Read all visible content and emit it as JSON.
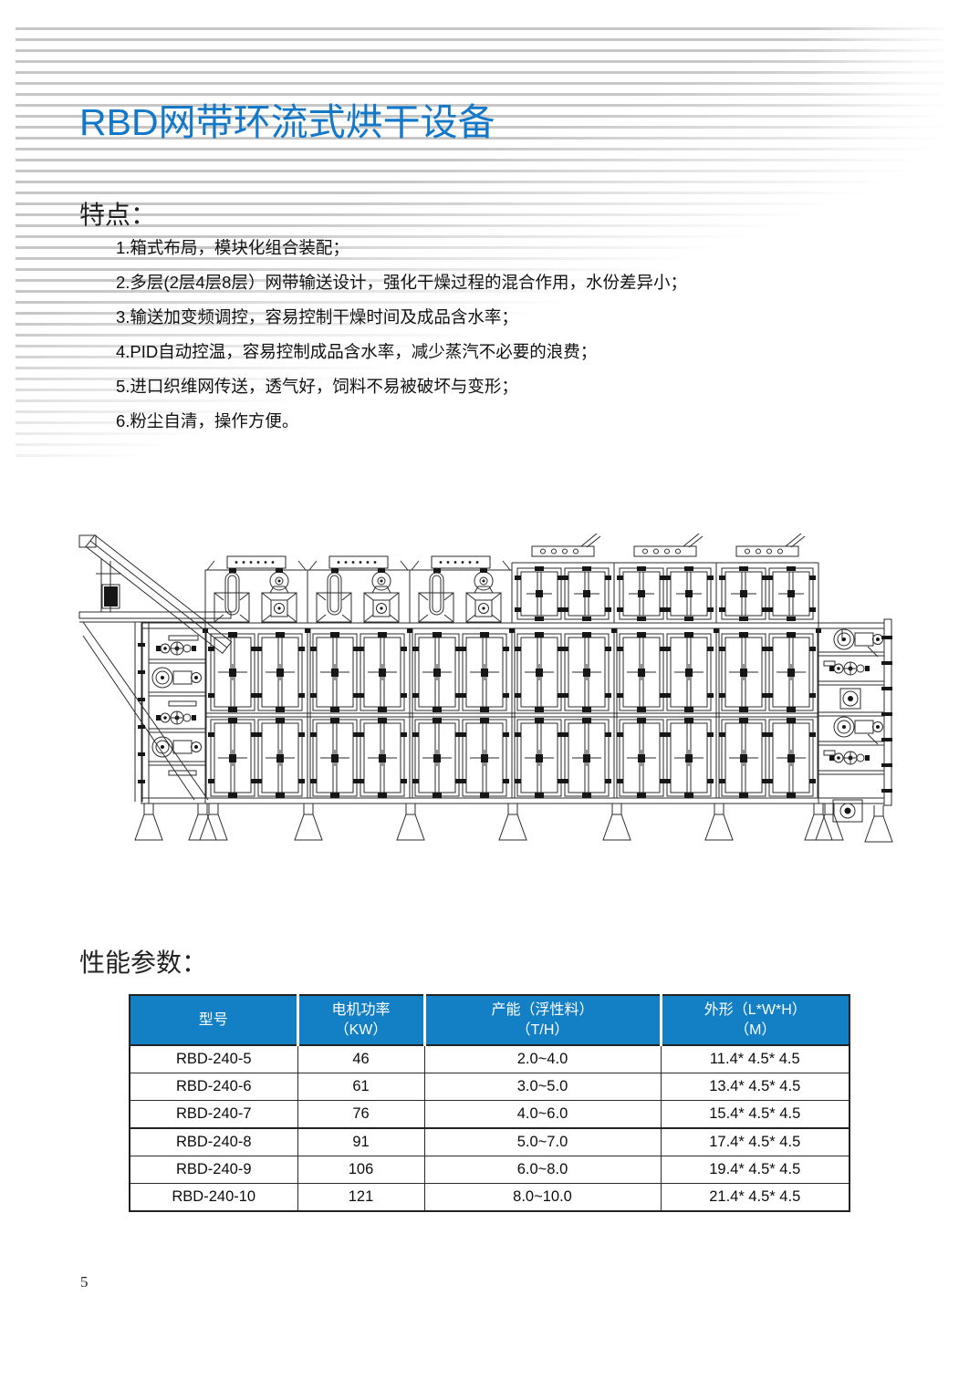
{
  "page": {
    "number": "5"
  },
  "header": {
    "title": "RBD网带环流式烘干设备",
    "accent_color": "#1478c8"
  },
  "features": {
    "heading": "特点：",
    "items": [
      "1.箱式布局，模块化组合装配；",
      "2.多层(2层4层8层）网带输送设计，强化干燥过程的混合作用，水份差异小；",
      "3.输送加变频调控，容易控制干燥时间及成品含水率；",
      "4.PID自动控温，容易控制成品含水率，减少蒸汽不必要的浪费；",
      "5.进口织维网传送，透气好，饲料不易被破坏与变形；",
      "6.粉尘自清，操作方便。"
    ]
  },
  "specs": {
    "heading": "性能参数：",
    "table": {
      "header_bg": "#137fc5",
      "stripe_color": "#c7c7c7",
      "headers": [
        {
          "title": "型号",
          "sub": ""
        },
        {
          "title": "电机功率",
          "sub": "（KW）"
        },
        {
          "title": "产能（浮性料）",
          "sub": "（T/H）"
        },
        {
          "title": "外形（L*W*H）",
          "sub": "（M）"
        }
      ],
      "rows": [
        [
          "RBD-240-5",
          "46",
          "2.0~4.0",
          "11.4* 4.5* 4.5"
        ],
        [
          "RBD-240-6",
          "61",
          "3.0~5.0",
          "13.4* 4.5* 4.5"
        ],
        [
          "RBD-240-7",
          "76",
          "4.0~6.0",
          "15.4* 4.5* 4.5"
        ],
        [
          "RBD-240-8",
          "91",
          "5.0~7.0",
          "17.4* 4.5* 4.5"
        ],
        [
          "RBD-240-9",
          "106",
          "6.0~8.0",
          "19.4* 4.5* 4.5"
        ],
        [
          "RBD-240-10",
          "121",
          "8.0~10.0",
          "21.4* 4.5* 4.5"
        ]
      ]
    }
  }
}
